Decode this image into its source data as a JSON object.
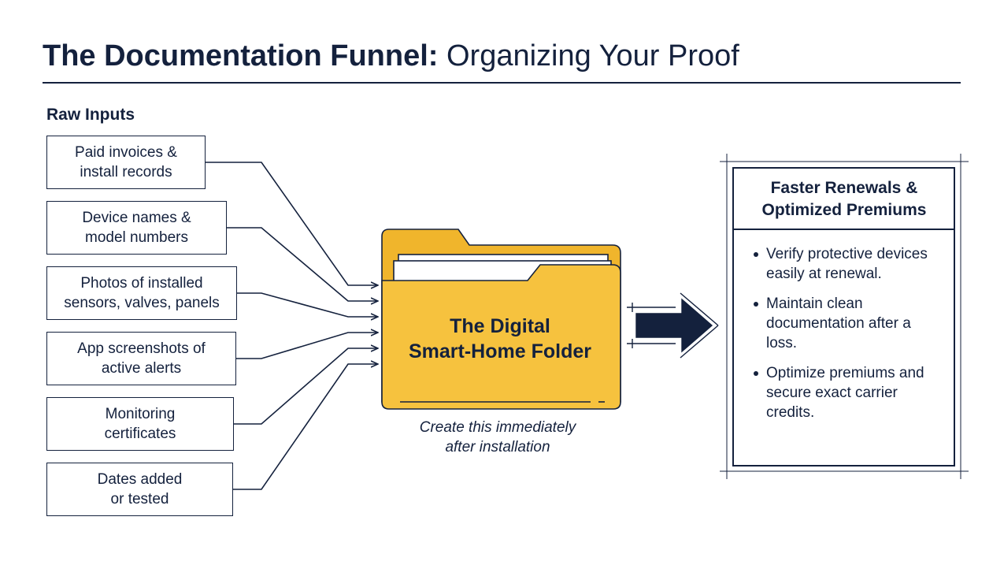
{
  "title": {
    "bold": "The Documentation Funnel:",
    "regular": "Organizing Your Proof"
  },
  "inputs": {
    "heading": "Raw Inputs",
    "items": [
      {
        "label": "Paid invoices &\ninstall records"
      },
      {
        "label": "Device names &\nmodel numbers"
      },
      {
        "label": "Photos of installed\nsensors, valves, panels"
      },
      {
        "label": "App screenshots of\nactive alerts"
      },
      {
        "label": "Monitoring\ncertificates"
      },
      {
        "label": "Dates added\nor tested"
      }
    ]
  },
  "folder": {
    "label": "The Digital\nSmart-Home Folder",
    "caption": "Create this immediately\nafter installation",
    "icon": "folder-icon"
  },
  "arrow": {
    "icon": "right-arrow-icon"
  },
  "output": {
    "title": "Faster Renewals &\nOptimized Premiums",
    "bullets": [
      "Verify protective devices easily at renewal.",
      "Maintain clean documentation after a loss.",
      "Optimize premiums and secure exact carrier credits."
    ]
  },
  "colors": {
    "navy": "#14213d",
    "folder_fill": "#f6c23e",
    "folder_back": "#f0b52c",
    "paper": "#ffffff"
  }
}
